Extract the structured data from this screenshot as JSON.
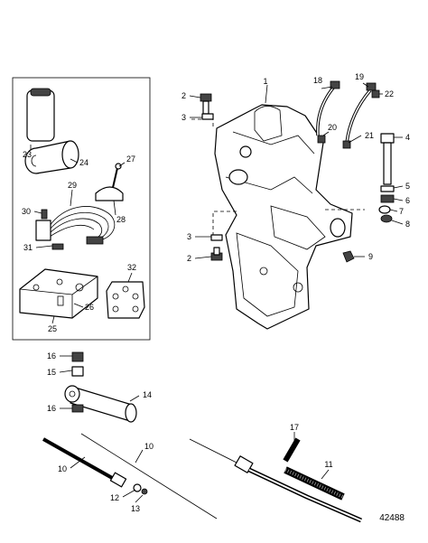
{
  "drawing_number": "42488",
  "callouts": {
    "c1": "1",
    "c2a": "2",
    "c3a": "3",
    "c3b": "3",
    "c2b": "2",
    "c18": "18",
    "c19": "19",
    "c20": "20",
    "c21": "21",
    "c22": "22",
    "c4": "4",
    "c5": "5",
    "c6": "6",
    "c7": "7",
    "c8": "8",
    "c9": "9",
    "c23": "23",
    "c24": "24",
    "c27": "27",
    "c29": "29",
    "c28": "28",
    "c30": "30",
    "c31": "31",
    "c32": "32",
    "c25": "25",
    "c26": "26",
    "c16a": "16",
    "c15": "15",
    "c14": "14",
    "c16b": "16",
    "c10a": "10",
    "c10b": "10",
    "c12": "12",
    "c13": "13",
    "c17": "17",
    "c11": "11"
  }
}
